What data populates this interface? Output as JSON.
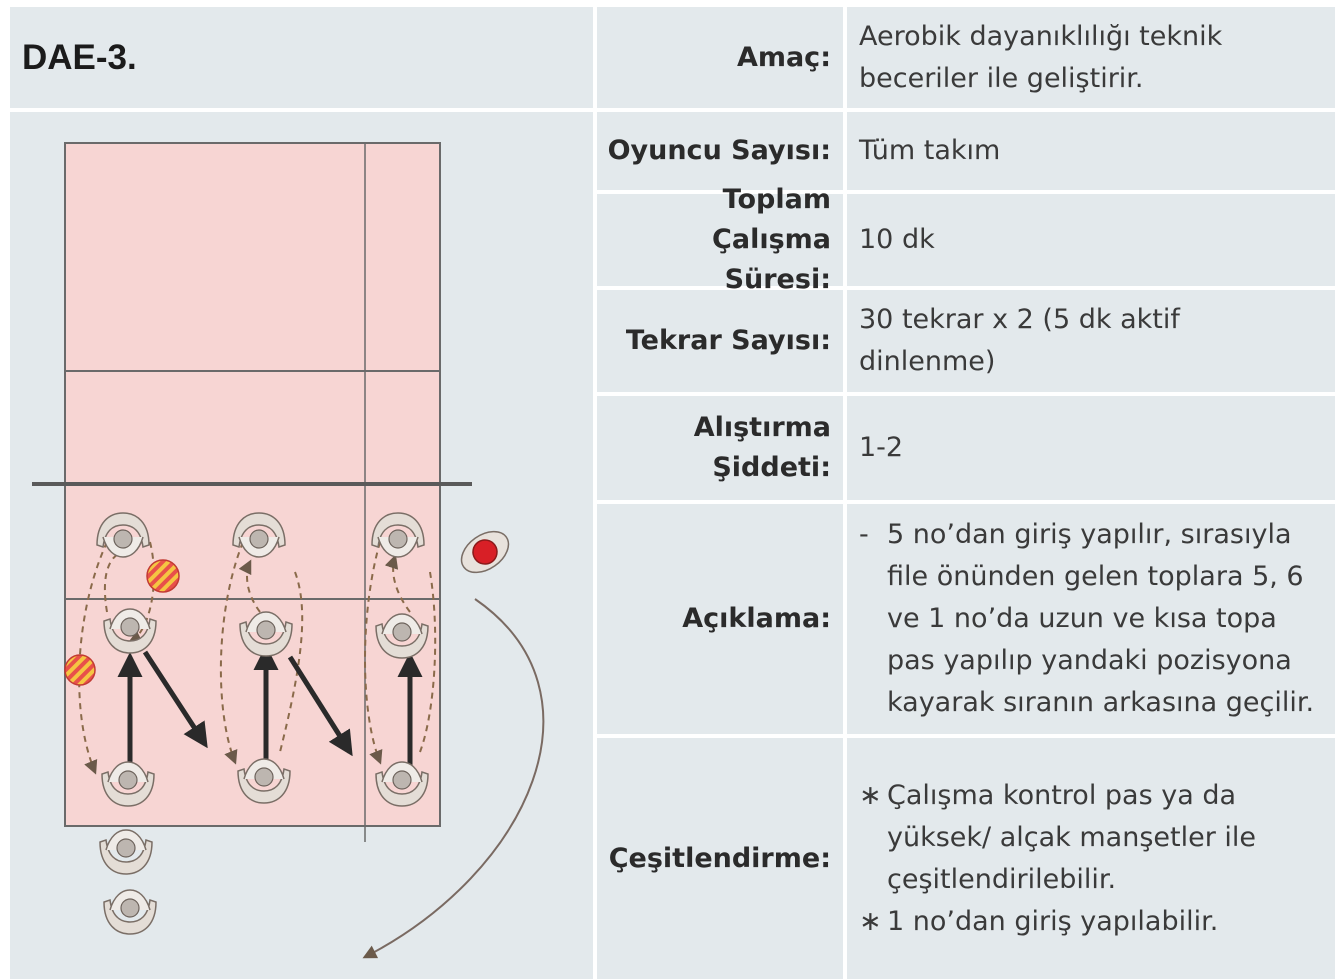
{
  "header": {
    "code": "DAE-3."
  },
  "fields": [
    {
      "label": "Amaç:",
      "value": "Aerobik dayanıklılığı teknik\nbeceriler ile geliştirir."
    },
    {
      "label": "Oyuncu Sayısı:",
      "value": "Tüm takım"
    },
    {
      "label": "Toplam\nÇalışma Süresi:",
      "value": "10 dk"
    },
    {
      "label": "Tekrar Sayısı:",
      "value": "30 tekrar x 2 (5 dk aktif\ndinlenme)"
    },
    {
      "label": "Alıştırma\nŞiddeti:",
      "value": "1-2"
    }
  ],
  "aciklama": {
    "label": "Açıklama:",
    "bullet": "-",
    "text": "5 no’dan giriş yapılır, sırasıyla file önünden gelen toplara 5, 6 ve 1 no’da uzun ve kısa topa pas yapılıp yandaki pozisyona kayarak sıranın arkasına geçilir."
  },
  "cesitlendirme": {
    "label": "Çeşitlendirme:",
    "items": [
      {
        "bullet": "∗",
        "text": "Çalışma kontrol pas ya da yüksek/ alçak manşetler ile çeşitlendirilebilir."
      },
      {
        "bullet": "∗",
        "text": "1 no’dan giriş yapılabilir."
      }
    ]
  },
  "colors": {
    "cell_bg": "#e3e9ec",
    "court": "#f7d5d3",
    "net": "#5a5a5a",
    "ball_stripe": "#e8504a",
    "ball_base": "#f5c542",
    "coach_ball": "#d81f26"
  },
  "diagram_icons": [
    "volleyball-court",
    "player-icon",
    "ball-icon",
    "coach-icon",
    "movement-arrow"
  ]
}
